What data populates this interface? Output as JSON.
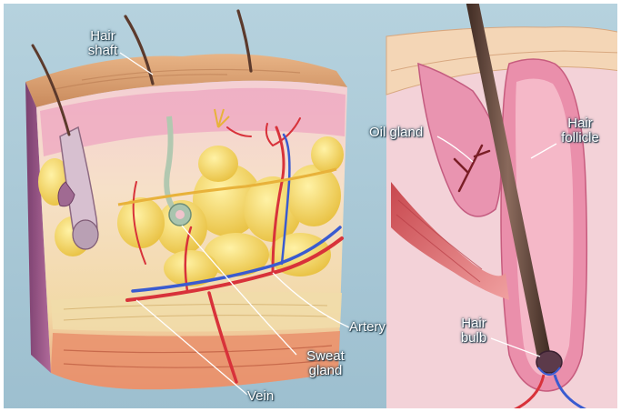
{
  "labels": {
    "hair_shaft": "Hair\nshaft",
    "oil_gland": "Oil gland",
    "hair_follicle": "Hair\nfollicle",
    "artery": "Artery",
    "sweat_gland": "Sweat\ngland",
    "hair_bulb": "Hair\nbulb",
    "vein": "Vein"
  },
  "colors": {
    "background": "#a9c8d6",
    "epidermis": "#d9a070",
    "dermis": "#f0c4cc",
    "fat": "#f2d258",
    "muscle": "#e0807c",
    "artery": "#d8323a",
    "vein": "#3a5bd0",
    "hair": "#5c3a2c",
    "follicle": "#e6789a"
  }
}
